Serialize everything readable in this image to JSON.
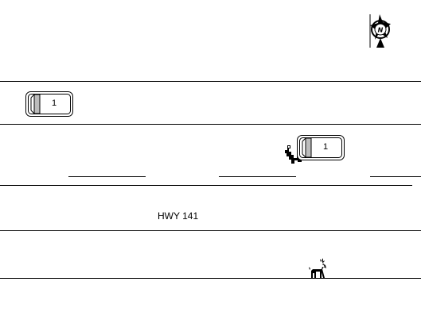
{
  "road": {
    "label": "HWY 141"
  },
  "vehicles": [
    {
      "id": "vehicle-1",
      "label": "1",
      "direction": "right"
    },
    {
      "id": "vehicle-1-final",
      "label": "1",
      "direction": "right"
    }
  ],
  "icons": {
    "compass": "north-compass-icon",
    "struck_object": "unknown-object-icon",
    "animal": "deer-icon"
  },
  "colors": {
    "line": "#000000",
    "vehicle_fill": "#ffffff",
    "vehicle_shade": "#bcbcbc",
    "background": "#ffffff"
  }
}
